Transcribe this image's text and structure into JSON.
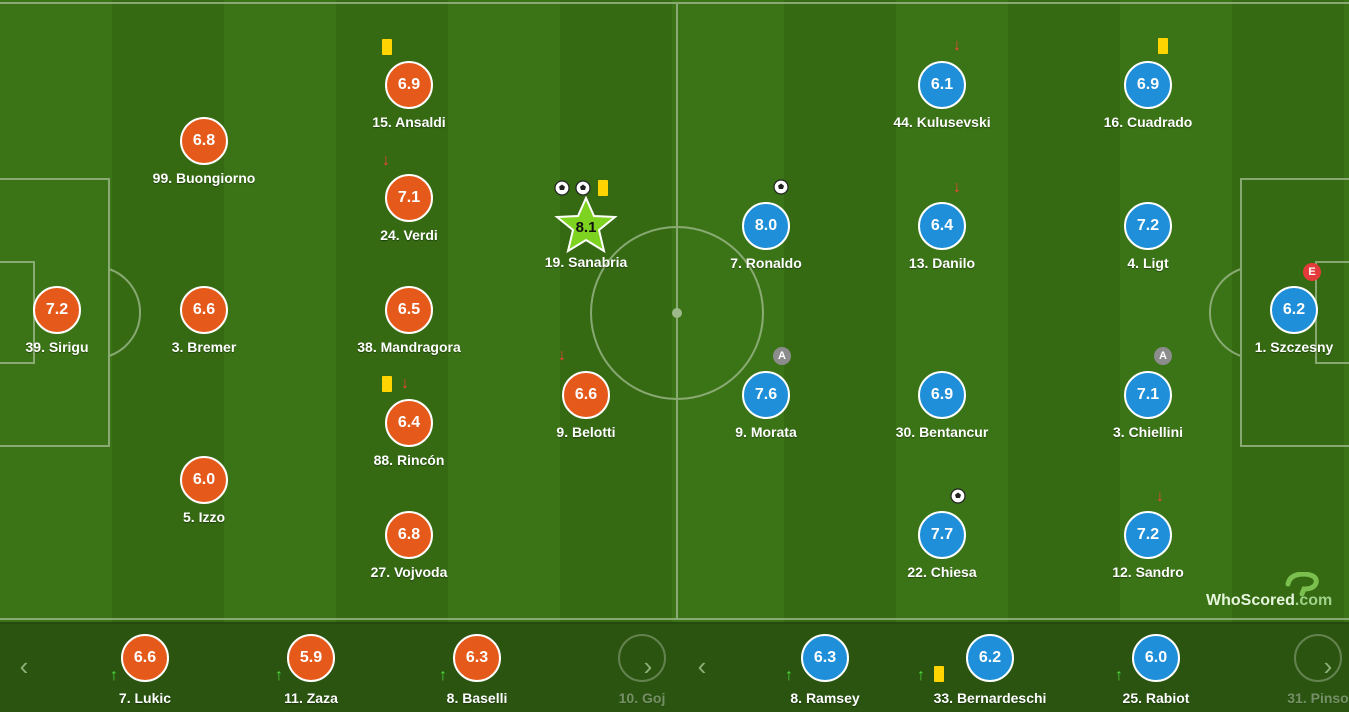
{
  "home": {
    "color": "#e55a1b",
    "players": [
      {
        "number": "39",
        "name": "Sirigu",
        "rating": "7.2"
      },
      {
        "number": "99",
        "name": "Buongiorno",
        "rating": "6.8"
      },
      {
        "number": "3",
        "name": "Bremer",
        "rating": "6.6"
      },
      {
        "number": "5",
        "name": "Izzo",
        "rating": "6.0"
      },
      {
        "number": "15",
        "name": "Ansaldi",
        "rating": "6.9"
      },
      {
        "number": "24",
        "name": "Verdi",
        "rating": "7.1"
      },
      {
        "number": "38",
        "name": "Mandragora",
        "rating": "6.5"
      },
      {
        "number": "88",
        "name": "Rincón",
        "rating": "6.4"
      },
      {
        "number": "27",
        "name": "Vojvoda",
        "rating": "6.8"
      },
      {
        "number": "19",
        "name": "Sanabria",
        "rating": "8.1",
        "man_of_the_match": true
      },
      {
        "number": "9",
        "name": "Belotti",
        "rating": "6.6"
      }
    ],
    "bench": [
      {
        "number": "7",
        "name": "Lukic",
        "rating": "6.6"
      },
      {
        "number": "11",
        "name": "Zaza",
        "rating": "5.9"
      },
      {
        "number": "8",
        "name": "Baselli",
        "rating": "6.3"
      },
      {
        "number": "10",
        "name": "Goj"
      }
    ]
  },
  "away": {
    "color": "#1e8fd8",
    "players": [
      {
        "number": "44",
        "name": "Kulusevski",
        "rating": "6.1"
      },
      {
        "number": "16",
        "name": "Cuadrado",
        "rating": "6.9"
      },
      {
        "number": "7",
        "name": "Ronaldo",
        "rating": "8.0"
      },
      {
        "number": "13",
        "name": "Danilo",
        "rating": "6.4"
      },
      {
        "number": "4",
        "name": "Ligt",
        "rating": "7.2"
      },
      {
        "number": "1",
        "name": "Szczesny",
        "rating": "6.2"
      },
      {
        "number": "9",
        "name": "Morata",
        "rating": "7.6"
      },
      {
        "number": "30",
        "name": "Bentancur",
        "rating": "6.9"
      },
      {
        "number": "3",
        "name": "Chiellini",
        "rating": "7.1"
      },
      {
        "number": "22",
        "name": "Chiesa",
        "rating": "7.7"
      },
      {
        "number": "12",
        "name": "Sandro",
        "rating": "7.2"
      }
    ],
    "bench": [
      {
        "number": "8",
        "name": "Ramsey",
        "rating": "6.3"
      },
      {
        "number": "33",
        "name": "Bernardeschi",
        "rating": "6.2"
      },
      {
        "number": "25",
        "name": "Rabiot",
        "rating": "6.0"
      },
      {
        "number": "31",
        "name": "Pinso"
      }
    ]
  },
  "badges": {
    "captain": "A",
    "error": "E"
  },
  "icons": {
    "substituted_off": "arrow-down-icon",
    "substituted_on": "arrow-up-icon",
    "yellow_card": "yellow-card-icon",
    "goal": "football-icon"
  },
  "nav": {
    "prev": "‹",
    "next": "›"
  },
  "logo": {
    "brand": "WhoScored",
    "suffix": ".com"
  }
}
